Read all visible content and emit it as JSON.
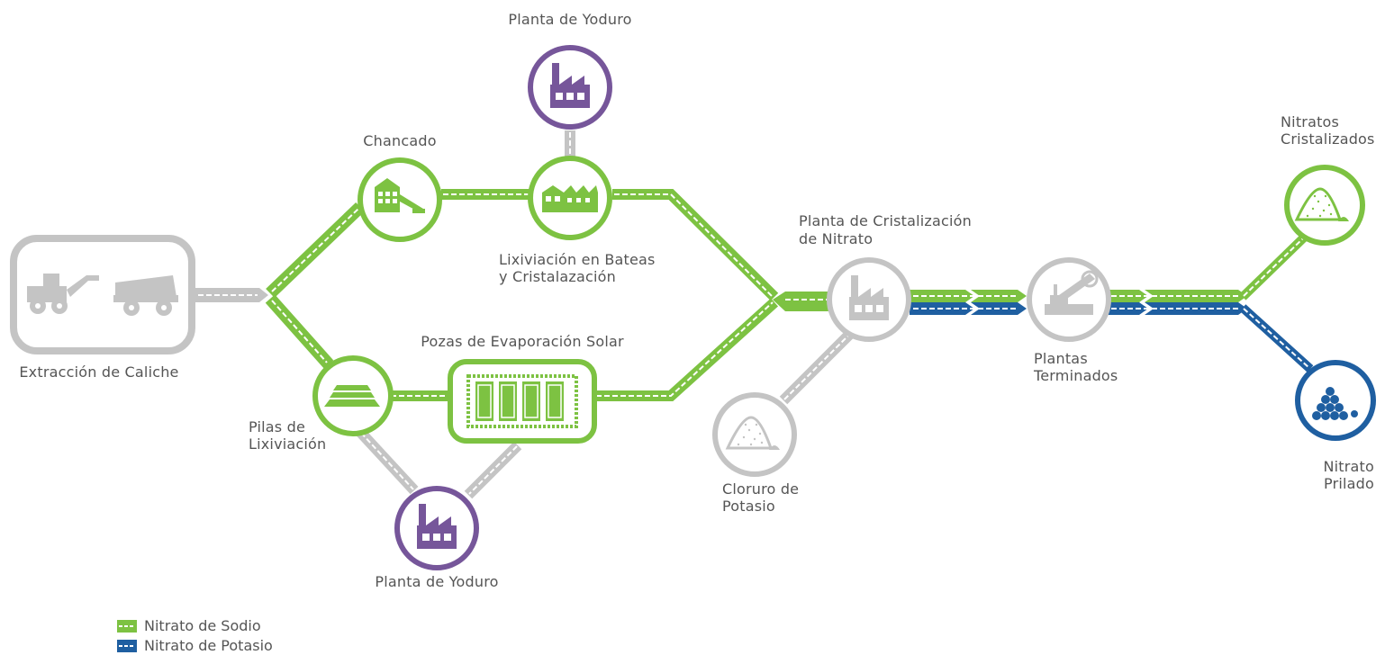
{
  "colors": {
    "sodium": "#7dc242",
    "potassium": "#1f5fa1",
    "neutral": "#c4c4c4",
    "iodide": "#76569a"
  },
  "nodes": {
    "extraccion": "Extracción de Caliche",
    "chancado": "Chancado",
    "yoduro_top": "Planta de Yoduro",
    "lixiviacion_bateas_1": "Lixiviación en Bateas",
    "lixiviacion_bateas_2": "y Cristalazación",
    "pozas": "Pozas de Evaporación Solar",
    "pilas_1": "Pilas de",
    "pilas_2": "Lixiviación",
    "yoduro_bottom": "Planta de Yoduro",
    "cristalizacion_1": "Planta de Cristalización",
    "cristalizacion_2": "de Nitrato",
    "cloruro_1": "Cloruro de",
    "cloruro_2": "Potasio",
    "terminados_1": "Plantas",
    "terminados_2": "Terminados",
    "cristalizados_1": "Nitratos",
    "cristalizados_2": "Cristalizados",
    "prilado_1": "Nitrato",
    "prilado_2": "Prilado"
  },
  "legend": [
    {
      "label": "Nitrato de Sodio",
      "color": "#7dc242"
    },
    {
      "label": "Nitrato de Potasio",
      "color": "#1f5fa1"
    }
  ],
  "icons": {
    "extraccion": "mining-trucks-icon",
    "chancado": "crusher-icon",
    "yoduro": "factory-icon",
    "lixiviacion": "vat-plant-icon",
    "pozas": "evaporation-ponds-icon",
    "pilas": "heap-pile-icon",
    "cristalizacion": "factory-icon",
    "cloruro": "salt-pile-icon",
    "terminados": "ship-loader-icon",
    "cristalizados": "salt-pile-icon",
    "prilado": "prills-icon"
  }
}
